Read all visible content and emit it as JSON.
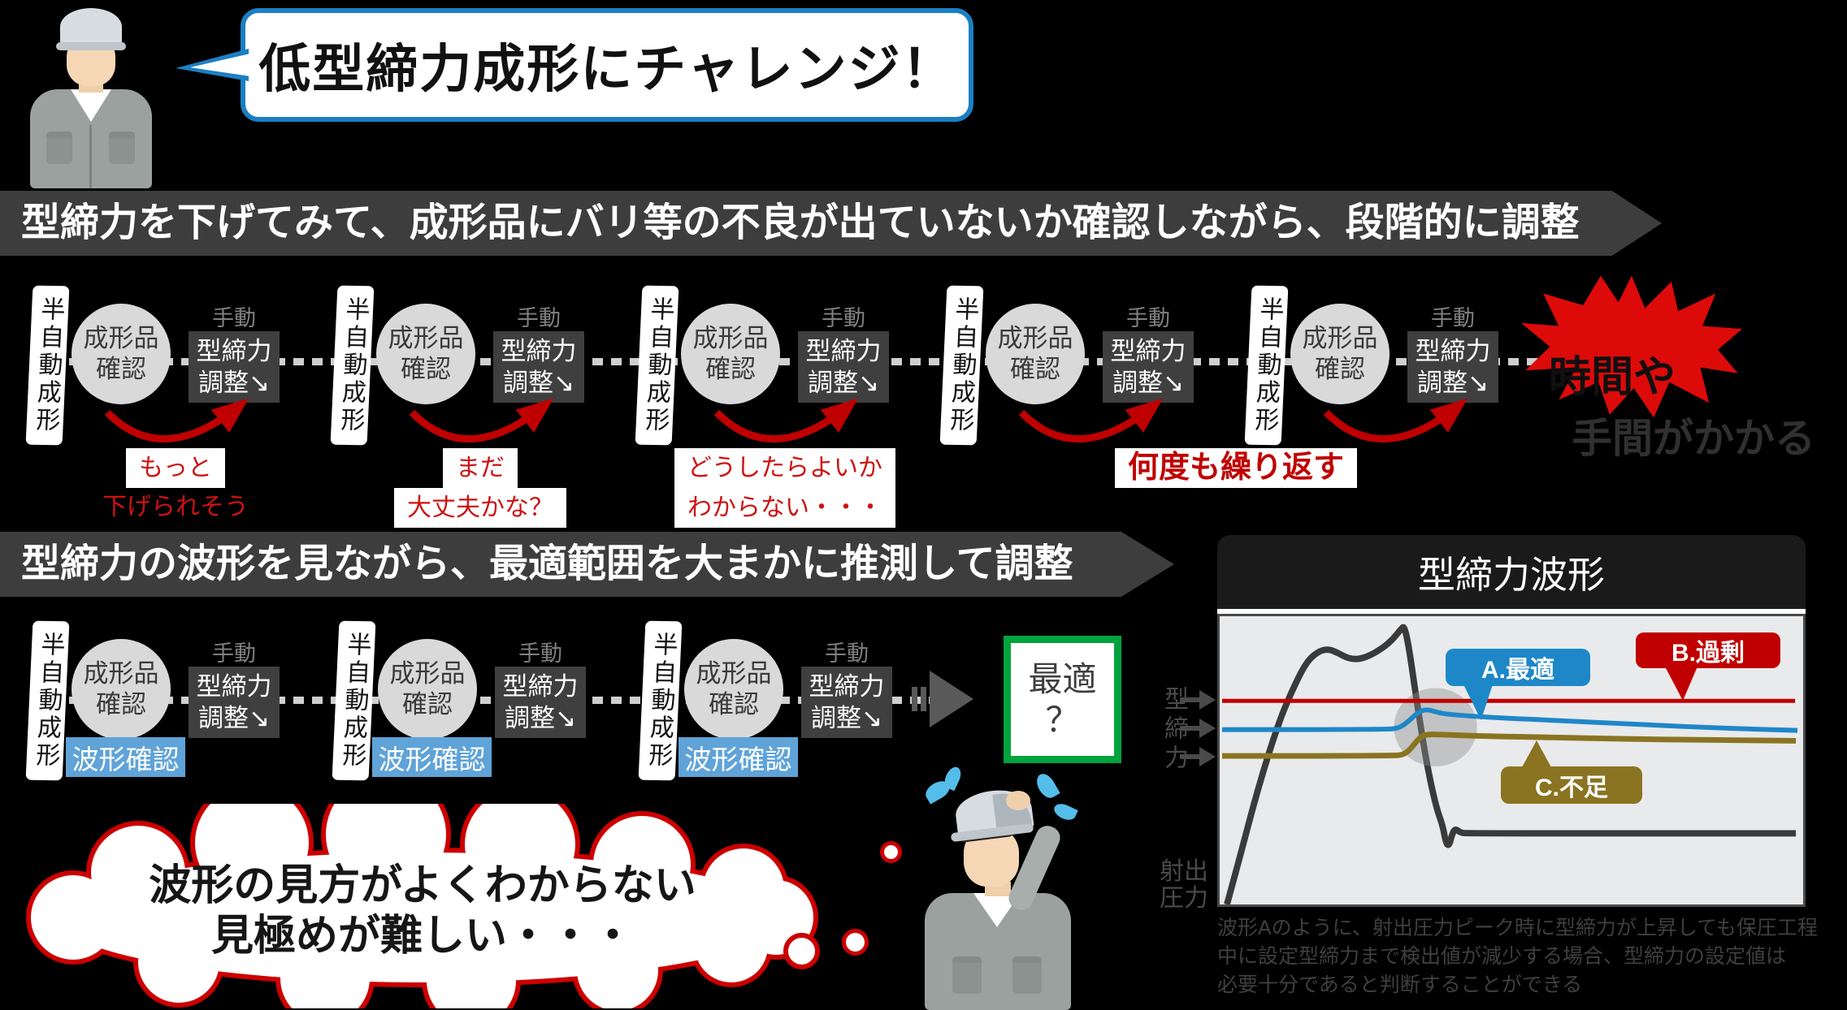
{
  "speech_bubble": {
    "text": "低型締力成形にチャレンジ！"
  },
  "banners": {
    "first": "型締力を下げてみて、成形品にバリ等の不良が出ていないか確認しながら、段階的に調整",
    "second": "型締力の波形を見ながら、最適範囲を大まかに推測して調整"
  },
  "step_template": {
    "bar_label": "半自動成形",
    "circle_line1": "成形品",
    "circle_line2": "確認",
    "manual_label": "手動",
    "box_line1": "型締力",
    "box_line2": "調整↘",
    "wave_label": "波形確認"
  },
  "row1_comments": [
    {
      "lines": [
        {
          "text": "もっと",
          "boxed": true
        },
        {
          "text": "下げられそう",
          "boxed": false
        }
      ],
      "emphasis": false
    },
    {
      "lines": [
        {
          "text": "まだ",
          "boxed": true
        },
        {
          "text": "大丈夫かな？",
          "boxed": true
        }
      ],
      "emphasis": false
    },
    {
      "lines": [
        {
          "text": "どうしたらよいか",
          "boxed": true
        },
        {
          "text": "わからない・・・",
          "boxed": true
        }
      ],
      "emphasis": false
    },
    {
      "lines": [
        {
          "text": "何度も繰り返す",
          "boxed": true
        }
      ],
      "emphasis": true
    }
  ],
  "burst": {
    "line1": "時間や",
    "line2": "手間がかかる"
  },
  "optimal_box": {
    "line1": "最適",
    "line2": "？"
  },
  "cloud": {
    "line1": "波形の見方がよくわからない",
    "line2": "見極めが難しい・・・"
  },
  "chart": {
    "title": "型締力波形",
    "y_axis_label": "型締力",
    "pressure_label_line1": "射出",
    "pressure_label_line2": "圧力",
    "callout_a": "A.最適",
    "callout_b": "B.過剰",
    "callout_c": "C.不足",
    "caption_lines": [
      "波形Aのように、射出圧力ピーク時に型締力が上昇しても保圧工程",
      "中に設定型締力まで検出値が減少する場合、型締力の設定値は",
      "必要十分であると判断することができる"
    ]
  },
  "colors": {
    "accent_red": "#C00000",
    "optimal_blue": "#1E87C8",
    "shortage_olive": "#8A7421",
    "pressure_black": "#3A3A3A",
    "wave_check_blue": "#5FA3D8",
    "frame_green": "#00A33E",
    "bubble_border_blue": "#1B7FC4"
  },
  "chart_data": {
    "type": "line",
    "title": "型締力波形",
    "ylabel": "型締力",
    "annotation_secondary": "射出圧力",
    "grid": false,
    "legend_position": "callouts-on-plot",
    "series": [
      {
        "name": "射出圧力",
        "color": "#3A3A3A",
        "points": [
          [
            6,
            361
          ],
          [
            20,
            310
          ],
          [
            45,
            215
          ],
          [
            70,
            135
          ],
          [
            88,
            92
          ],
          [
            105,
            58
          ],
          [
            120,
            44
          ],
          [
            133,
            41
          ],
          [
            145,
            46
          ],
          [
            158,
            53
          ],
          [
            172,
            54
          ],
          [
            190,
            47
          ],
          [
            210,
            33
          ],
          [
            224,
            16
          ],
          [
            228,
            12
          ],
          [
            234,
            40
          ],
          [
            244,
            110
          ],
          [
            256,
            185
          ],
          [
            268,
            240
          ],
          [
            276,
            262
          ],
          [
            280,
            284
          ],
          [
            284,
            288
          ],
          [
            288,
            272
          ],
          [
            292,
            266
          ],
          [
            298,
            271
          ],
          [
            306,
            272
          ],
          [
            718,
            272
          ]
        ]
      },
      {
        "name": "B.過剰",
        "color": "#C00000",
        "points": [
          [
            0,
            106
          ],
          [
            717,
            106
          ]
        ]
      },
      {
        "name": "A.最適",
        "color": "#1E87C8",
        "points": [
          [
            0,
            142
          ],
          [
            205,
            142
          ],
          [
            222,
            140
          ],
          [
            234,
            131
          ],
          [
            242,
            123
          ],
          [
            250,
            118
          ],
          [
            258,
            117
          ],
          [
            268,
            120
          ],
          [
            282,
            123
          ],
          [
            340,
            127
          ],
          [
            430,
            131
          ],
          [
            530,
            136
          ],
          [
            620,
            140
          ],
          [
            720,
            143
          ]
        ]
      },
      {
        "name": "C.不足",
        "color": "#8A7421",
        "points": [
          [
            0,
            175
          ],
          [
            215,
            175
          ],
          [
            228,
            173
          ],
          [
            236,
            166
          ],
          [
            243,
            157
          ],
          [
            250,
            150
          ],
          [
            258,
            148
          ],
          [
            270,
            148
          ],
          [
            320,
            150
          ],
          [
            420,
            152
          ],
          [
            520,
            154
          ],
          [
            620,
            155
          ],
          [
            718,
            156
          ]
        ]
      }
    ],
    "highlight_ellipse": {
      "cx": 267,
      "cy": 139,
      "rx": 52,
      "ry": 49
    }
  }
}
